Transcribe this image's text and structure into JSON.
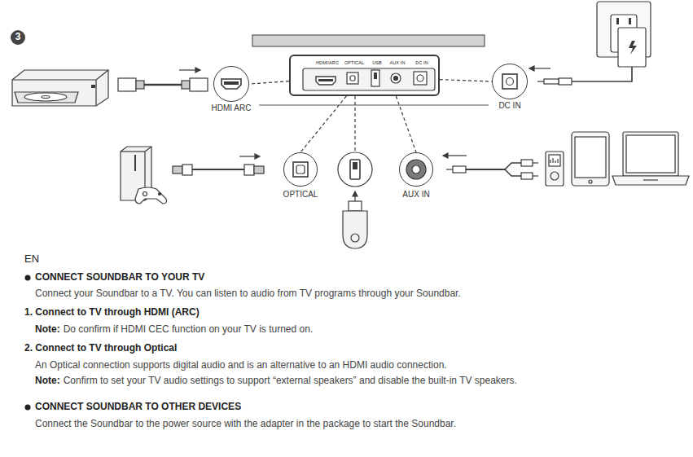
{
  "diagram": {
    "nodes": [
      {
        "text": [
          "HDMI/ARC",
          "OPTICAL",
          "USB",
          "AUX IN",
          "DC IN"
        ]
      },
      {
        "text": [
          "HDMI ARC"
        ]
      },
      {
        "text": [
          "DC IN"
        ]
      },
      {
        "text": [
          "OPTICAL"
        ]
      },
      {
        "text": [
          "AUX IN"
        ]
      }
    ],
    "edges": [
      {
        "from": 0,
        "to": 1,
        "arrow": "none"
      },
      {
        "from": 0,
        "to": 2,
        "arrow": "none"
      },
      {
        "from": 0,
        "to": 3,
        "arrow": "none"
      },
      {
        "from": 0,
        "to": 4,
        "arrow": "none"
      }
    ],
    "labels": [
      "3",
      "EN",
      "CONNECT SOUNDBAR TO YOUR TV",
      "Connect your Soundbar to a TV. You can listen to audio from TV programs through your Soundbar.",
      "1. Connect to TV through HDMI (ARC)",
      "Note:",
      "Do confirm if HDMI CEC function on your TV is turned on.",
      "2. Connect to TV through Optical",
      "An Optical connection supports digital audio and is an alternative to an HDMI audio connection.",
      "Note:",
      "Confirm to set your TV audio settings to support “external speakers” and disable the built-in TV speakers.",
      "CONNECT SOUNDBAR TO OTHER DEVICES",
      "Connect the Soundbar to the power source with the adapter in the package to start the Soundbar."
    ]
  }
}
